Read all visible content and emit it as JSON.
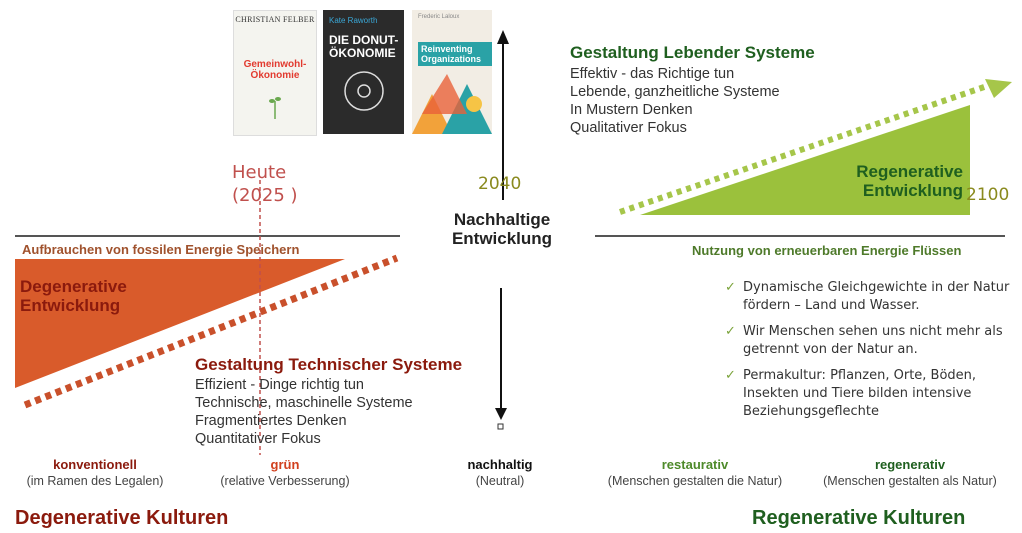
{
  "books": [
    {
      "author": "CHRISTIAN FELBER",
      "title": "Gemeinwohl-Ökonomie"
    },
    {
      "author": "Kate Raworth",
      "title": "DIE DONUT-ÖKONOMIE"
    },
    {
      "author": "Frederic Laloux",
      "title": "Reinventing Organizations"
    }
  ],
  "timeline": {
    "today_label": "Heute",
    "today_year": "(2025 )",
    "year_2040": "2040",
    "year_2100": "2100"
  },
  "center": {
    "title_line1": "Nachhaltige",
    "title_line2": "Entwicklung"
  },
  "left": {
    "header": "Aufbrauchen von fossilen Energie Speichern",
    "triangle_line1": "Degenerative",
    "triangle_line2": "Entwicklung",
    "design_title": "Gestaltung Technischer Systeme",
    "design_lines": [
      "Effizient - Dinge richtig tun",
      "Technische, maschinelle Systeme",
      "Fragmentiertes Denken",
      "Quantitativer Fokus"
    ]
  },
  "right": {
    "header": "Nutzung von erneuerbaren Energie Flüssen",
    "triangle_line1": "Regenerative",
    "triangle_line2": "Entwicklung",
    "design_title": "Gestaltung Lebender Systeme",
    "design_lines": [
      "Effektiv - das Richtige tun",
      "Lebende, ganzheitliche Systeme",
      "In Mustern Denken",
      "Qualitativer Fokus"
    ],
    "checklist": [
      "Dynamische Gleichgewichte in der Natur fördern – Land und Wasser.",
      "Wir Menschen sehen uns nicht mehr als getrennt von der Natur an.",
      "Permakultur: Pflanzen, Orte, Böden, Insekten und Tiere bilden intensive Beziehungsgeflechte"
    ]
  },
  "scale": [
    {
      "label": "konventionell",
      "sub": "(im Ramen des Legalen)",
      "color": "#8b1a0d"
    },
    {
      "label": "grün",
      "sub": "(relative Verbesserung)",
      "color": "#d1401e"
    },
    {
      "label": "nachhaltig",
      "sub": "(Neutral)",
      "color": "#111111"
    },
    {
      "label": "restaurativ",
      "sub": "(Menschen gestalten die Natur)",
      "color": "#4e8a2a"
    },
    {
      "label": "regenerativ",
      "sub": "(Menschen gestalten als Natur)",
      "color": "#1f5f1f"
    }
  ],
  "footer": {
    "left": "Degenerative Kulturen",
    "right": "Regenerative Kulturen"
  },
  "colors": {
    "degenerative": "#d95b2b",
    "regenerative": "#9bc13c",
    "dark_red": "#8b1a0d",
    "dark_green": "#1f5f1f"
  }
}
